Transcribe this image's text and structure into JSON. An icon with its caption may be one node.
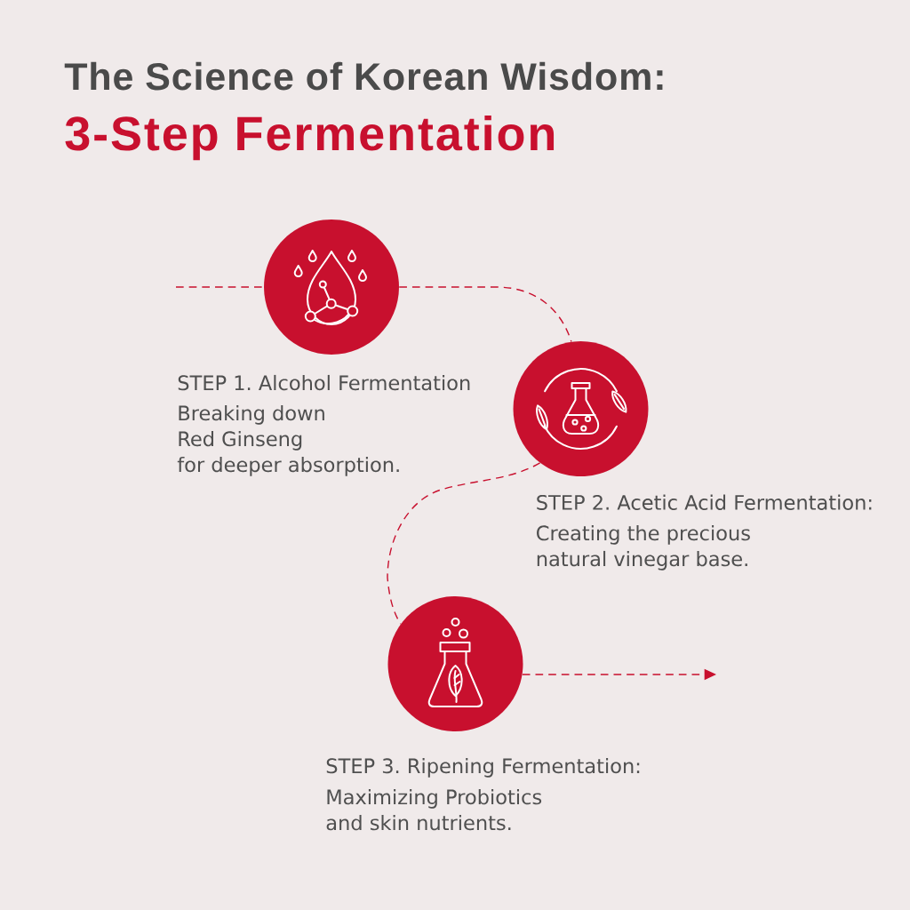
{
  "diagram": {
    "title": "The Science of Korean Wisdom:",
    "nodes": [
      {
        "text": [],
        "shape": "circle",
        "beside": [
          "STEP 1. Alcohol Fermentation",
          "Breaking down Red Ginseng for deeper absorption."
        ]
      },
      {
        "text": [],
        "shape": "circle",
        "beside": [
          "STEP 2. Acetic Acid Fermentation:",
          "Creating the precious natural vinegar base."
        ]
      },
      {
        "text": [],
        "shape": "circle",
        "beside": [
          "STEP 3. Ripening Fermentation:",
          "Maximizing Probiotics and skin nutrients."
        ]
      }
    ],
    "edges": [
      {
        "from": null,
        "to": 0,
        "arrow": "none",
        "style": "dashed"
      },
      {
        "from": 0,
        "to": 1,
        "arrow": "none",
        "style": "dashed"
      },
      {
        "from": 1,
        "to": 2,
        "arrow": "none",
        "style": "dashed"
      },
      {
        "from": 2,
        "to": null,
        "arrow": "to",
        "style": "dashed"
      }
    ],
    "labels": [
      "3-Step Fermentation"
    ]
  }
}
